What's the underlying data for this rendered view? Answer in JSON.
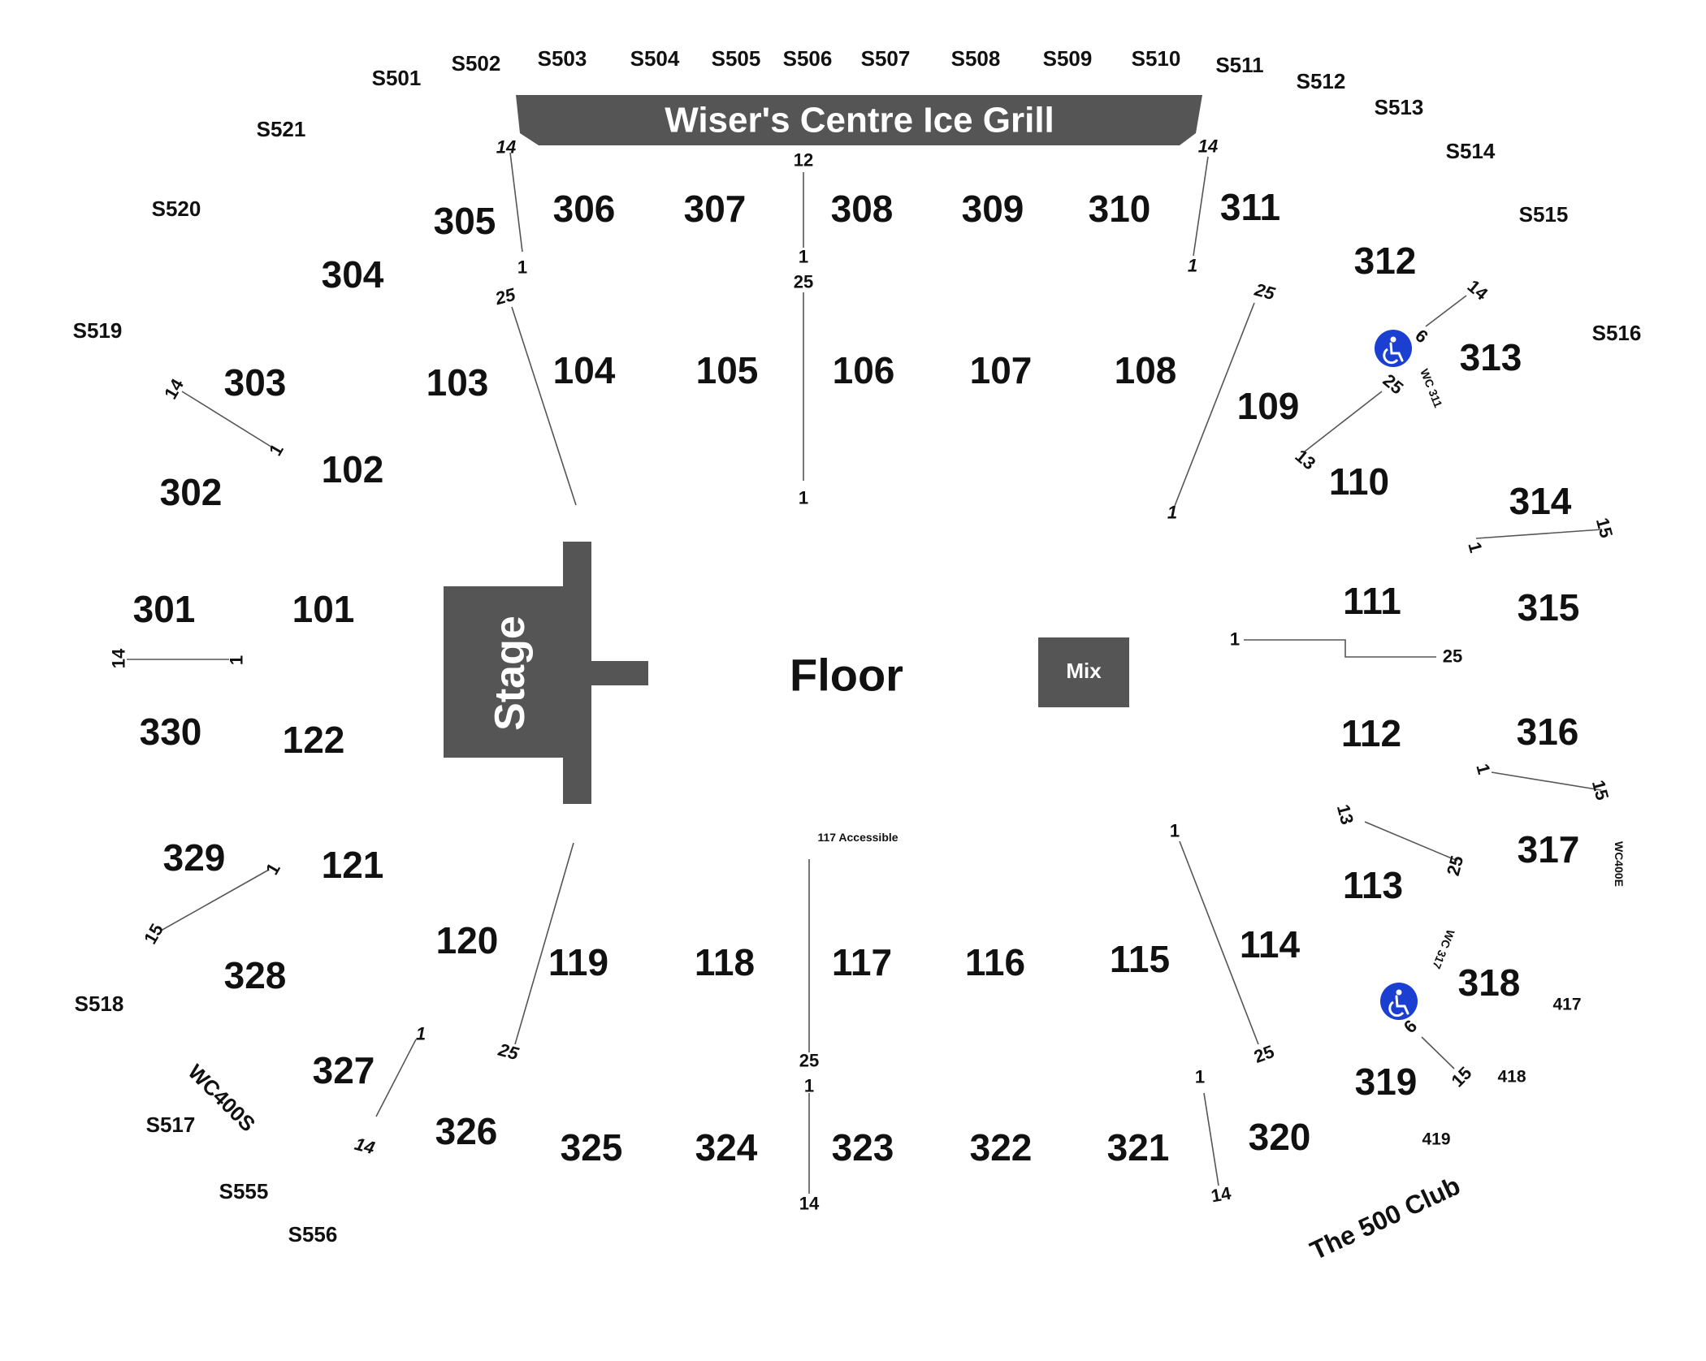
{
  "venue": {
    "grill_label": "Wiser's Centre Ice Grill",
    "stage_label": "Stage",
    "floor_label": "Floor",
    "mix_label": "Mix",
    "accessible_117_label": "117 Accessible",
    "club_label": "The 500 Club",
    "colors": {
      "fixture": "#555555",
      "accessible_icon": "#1a3fd1",
      "text": "#111111"
    }
  },
  "suites": {
    "s501": "S501",
    "s502": "S502",
    "s503": "S503",
    "s504": "S504",
    "s505": "S505",
    "s506": "S506",
    "s507": "S507",
    "s508": "S508",
    "s509": "S509",
    "s510": "S510",
    "s511": "S511",
    "s512": "S512",
    "s513": "S513",
    "s514": "S514",
    "s515": "S515",
    "s516": "S516",
    "s517": "S517",
    "s518": "S518",
    "s519": "S519",
    "s520": "S520",
    "s521": "S521",
    "s555": "S555",
    "s556": "S556"
  },
  "sections": {
    "s101": "101",
    "s102": "102",
    "s103": "103",
    "s104": "104",
    "s105": "105",
    "s106": "106",
    "s107": "107",
    "s108": "108",
    "s109": "109",
    "s110": "110",
    "s111": "111",
    "s112": "112",
    "s113": "113",
    "s114": "114",
    "s115": "115",
    "s116": "116",
    "s117": "117",
    "s118": "118",
    "s119": "119",
    "s120": "120",
    "s121": "121",
    "s122": "122",
    "s301": "301",
    "s302": "302",
    "s303": "303",
    "s304": "304",
    "s305": "305",
    "s306": "306",
    "s307": "307",
    "s308": "308",
    "s309": "309",
    "s310": "310",
    "s311": "311",
    "s312": "312",
    "s313": "313",
    "s314": "314",
    "s315": "315",
    "s316": "316",
    "s317": "317",
    "s318": "318",
    "s319": "319",
    "s320": "320",
    "s321": "321",
    "s322": "322",
    "s323": "323",
    "s324": "324",
    "s325": "325",
    "s326": "326",
    "s327": "327",
    "s328": "328",
    "s329": "329",
    "s330": "330"
  },
  "boxes": {
    "b417": "417",
    "b418": "418",
    "b419": "419"
  },
  "wheelchair": {
    "wc311": "WC 311",
    "wc317": "WC 317",
    "wc400e": "WC400E",
    "wc400s": "WC400S"
  },
  "rows": {
    "r_305_top": "14",
    "r_305_bot": "1",
    "r_104_top": "25",
    "r_grill_top": "12",
    "r_grill_bot": "1",
    "r_106_top": "25",
    "r_106_bot": "1",
    "r_311_top": "14",
    "r_311_bot": "1",
    "r_109_top": "25",
    "r_109_bot": "1",
    "r_303_a": "14",
    "r_303_b": "1",
    "r_312_a": "14",
    "r_312_b": "6",
    "r_110_a": "25",
    "r_110_b": "13",
    "r_314_a": "1",
    "r_314_b": "15",
    "r_301_a": "14",
    "r_301_b": "1",
    "r_111_a": "1",
    "r_111_b": "25",
    "r_316_a": "1",
    "r_316_b": "15",
    "r_113_a": "13",
    "r_113_b": "25",
    "r_329_a": "1",
    "r_329_b": "15",
    "r_114_a": "1",
    "r_114_b": "25",
    "r_119_bot": "25",
    "r_117_a": "25",
    "r_117_b": "1",
    "r_324_bot": "14",
    "r_327_a": "1",
    "r_327_b": "14",
    "r_321_a": "1",
    "r_321_b": "14",
    "r_319_a": "6",
    "r_319_b": "15"
  }
}
